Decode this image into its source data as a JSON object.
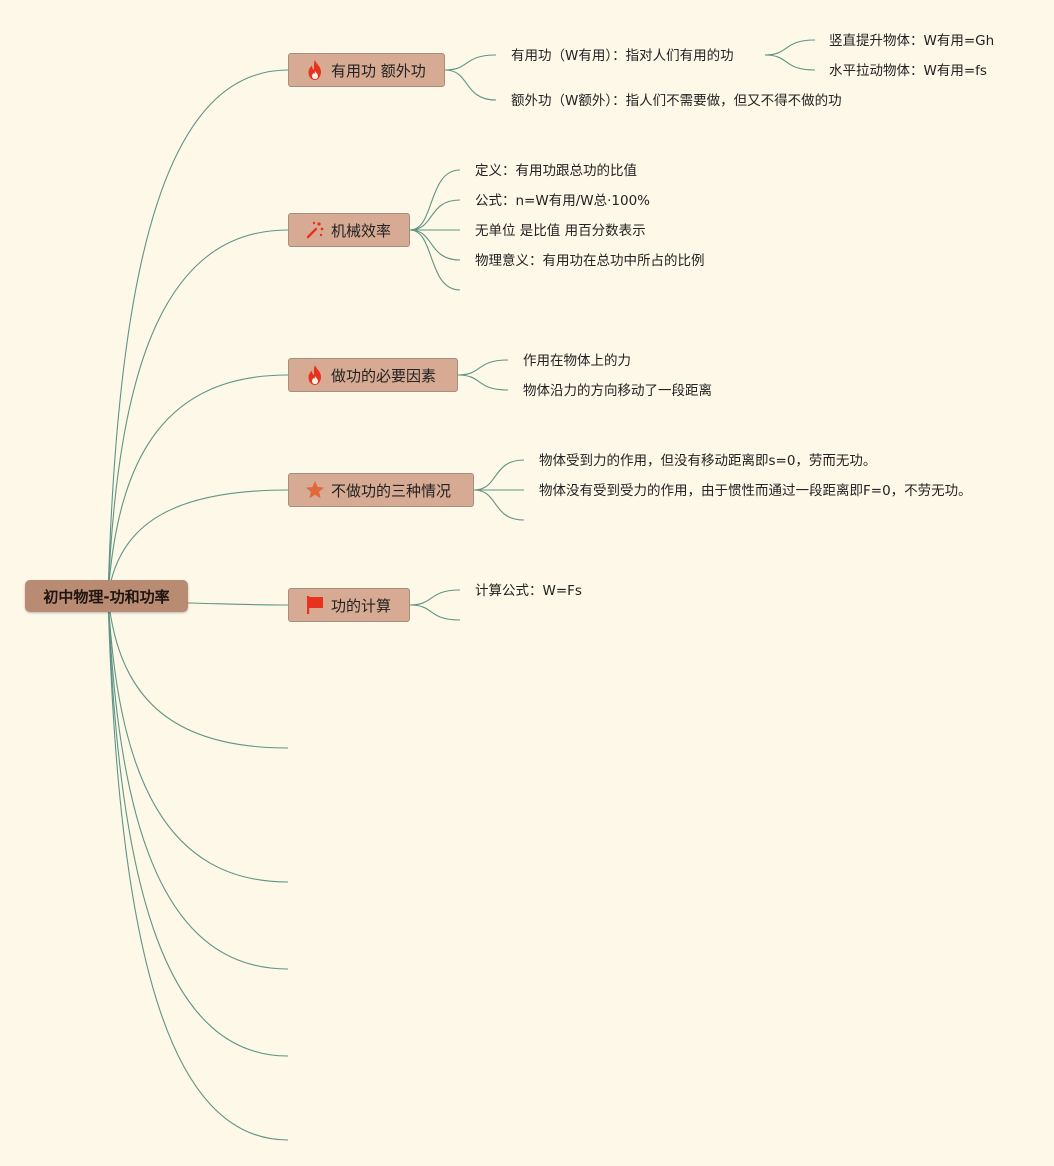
{
  "root": {
    "label": "初中物理-功和功率"
  },
  "topics": [
    {
      "label": "有用功 额外功",
      "icon": "fire-icon",
      "children": [
        {
          "label": "有用功（W有用）：指对人们有用的功",
          "children": [
            {
              "label": "竖直提升物体：W有用=Gh"
            },
            {
              "label": "水平拉动物体：W有用=fs"
            }
          ]
        },
        {
          "label": "额外功（W额外）：指人们不需要做，但又不得不做的功"
        }
      ]
    },
    {
      "label": "机械效率",
      "icon": "magic-wand-icon",
      "children": [
        {
          "label": "定义：有用功跟总功的比值"
        },
        {
          "label": "公式：n=W有用/W总·100%"
        },
        {
          "label": "无单位 是比值 用百分数表示"
        },
        {
          "label": "物理意义：有用功在总功中所占的比例"
        },
        {
          "label": ""
        }
      ]
    },
    {
      "label": "做功的必要因素",
      "icon": "fire-icon",
      "children": [
        {
          "label": "作用在物体上的力"
        },
        {
          "label": "物体沿力的方向移动了一段距离"
        }
      ]
    },
    {
      "label": "不做功的三种情况",
      "icon": "star-icon",
      "children": [
        {
          "label": ""
        },
        {
          "label": "物体受到力的作用，但没有移动距离即s=0，劳而无功。"
        },
        {
          "label": "物体没有受到受力的作用，由于惯性而通过一段距离即F=0，不劳无功。"
        },
        {
          "label": ""
        }
      ]
    },
    {
      "label": "功的计算",
      "icon": "flag-icon",
      "children": [
        {
          "label": "计算公式：W=Fs"
        },
        {
          "label": ""
        }
      ]
    }
  ],
  "colors": {
    "background": "#fdf8e8",
    "root_fill": "#b88b72",
    "topic_fill": "#d7ab93",
    "link": "#5f9585",
    "icon_red": "#e8321e",
    "icon_orange": "#e0683a"
  }
}
